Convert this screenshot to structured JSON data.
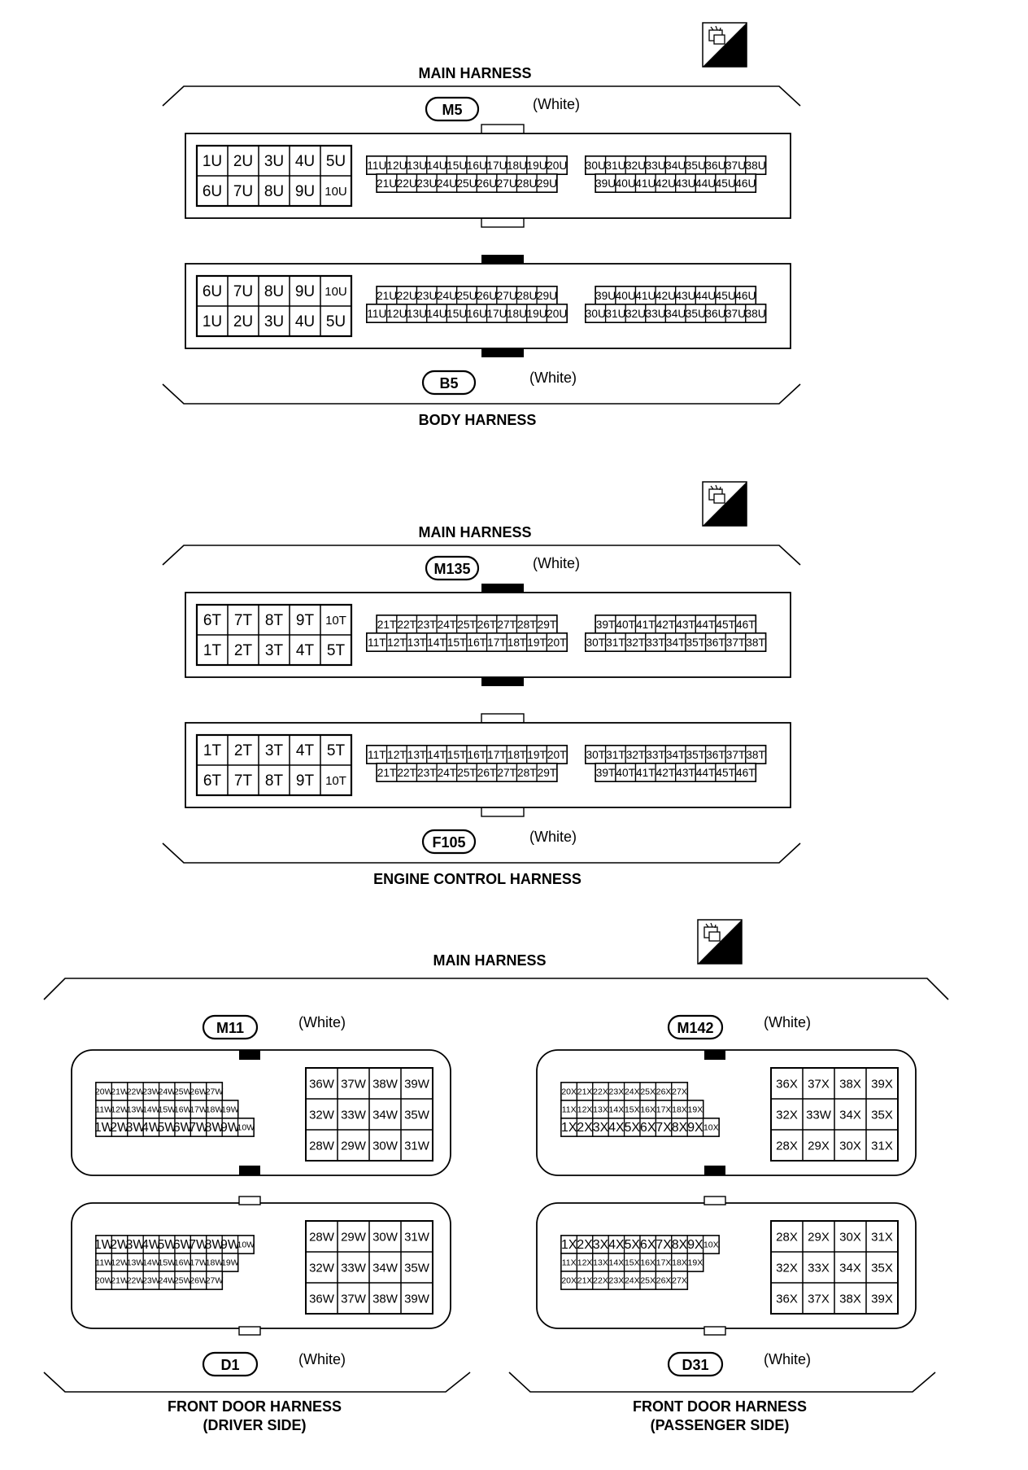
{
  "sections": [
    {
      "id": "m5-b5",
      "top_harness": "MAIN HARNESS",
      "bottom_harness": "BODY HARNESS",
      "top_connector": {
        "id": "M5",
        "color": "(White)"
      },
      "bottom_connector": {
        "id": "B5",
        "color": "(White)"
      },
      "upper_block": {
        "big": [
          [
            "1U",
            "2U",
            "3U",
            "4U",
            "5U"
          ],
          [
            "6U",
            "7U",
            "8U",
            "9U",
            "10U"
          ]
        ],
        "mid": [
          [
            "11U",
            "12U",
            "13U",
            "14U",
            "15U",
            "16U",
            "17U",
            "18U",
            "19U",
            "20U"
          ],
          [
            "21U",
            "22U",
            "23U",
            "24U",
            "25U",
            "26U",
            "27U",
            "28U",
            "29U"
          ]
        ],
        "right": [
          [
            "30U",
            "31U",
            "32U",
            "33U",
            "34U",
            "35U",
            "36U",
            "37U",
            "38U"
          ],
          [
            "39U",
            "40U",
            "41U",
            "42U",
            "43U",
            "44U",
            "45U",
            "46U"
          ]
        ]
      },
      "lower_block": {
        "big": [
          [
            "6U",
            "7U",
            "8U",
            "9U",
            "10U"
          ],
          [
            "1U",
            "2U",
            "3U",
            "4U",
            "5U"
          ]
        ],
        "mid": [
          [
            "21U",
            "22U",
            "23U",
            "24U",
            "25U",
            "26U",
            "27U",
            "28U",
            "29U"
          ],
          [
            "11U",
            "12U",
            "13U",
            "14U",
            "15U",
            "16U",
            "17U",
            "18U",
            "19U",
            "20U"
          ]
        ],
        "right": [
          [
            "39U",
            "40U",
            "41U",
            "42U",
            "43U",
            "44U",
            "45U",
            "46U"
          ],
          [
            "30U",
            "31U",
            "32U",
            "33U",
            "34U",
            "35U",
            "36U",
            "37U",
            "38U"
          ]
        ]
      }
    },
    {
      "id": "m135-f105",
      "top_harness": "MAIN HARNESS",
      "bottom_harness": "ENGINE CONTROL HARNESS",
      "top_connector": {
        "id": "M135",
        "color": "(White)"
      },
      "bottom_connector": {
        "id": "F105",
        "color": "(White)"
      },
      "upper_block": {
        "big": [
          [
            "6T",
            "7T",
            "8T",
            "9T",
            "10T"
          ],
          [
            "1T",
            "2T",
            "3T",
            "4T",
            "5T"
          ]
        ],
        "mid": [
          [
            "21T",
            "22T",
            "23T",
            "24T",
            "25T",
            "26T",
            "27T",
            "28T",
            "29T"
          ],
          [
            "11T",
            "12T",
            "13T",
            "14T",
            "15T",
            "16T",
            "17T",
            "18T",
            "19T",
            "20T"
          ]
        ],
        "right": [
          [
            "39T",
            "40T",
            "41T",
            "42T",
            "43T",
            "44T",
            "45T",
            "46T"
          ],
          [
            "30T",
            "31T",
            "32T",
            "33T",
            "34T",
            "35T",
            "36T",
            "37T",
            "38T"
          ]
        ]
      },
      "lower_block": {
        "big": [
          [
            "1T",
            "2T",
            "3T",
            "4T",
            "5T"
          ],
          [
            "6T",
            "7T",
            "8T",
            "9T",
            "10T"
          ]
        ],
        "mid": [
          [
            "11T",
            "12T",
            "13T",
            "14T",
            "15T",
            "16T",
            "17T",
            "18T",
            "19T",
            "20T"
          ],
          [
            "21T",
            "22T",
            "23T",
            "24T",
            "25T",
            "26T",
            "27T",
            "28T",
            "29T"
          ]
        ],
        "right": [
          [
            "30T",
            "31T",
            "32T",
            "33T",
            "34T",
            "35T",
            "36T",
            "37T",
            "38T"
          ],
          [
            "39T",
            "40T",
            "41T",
            "42T",
            "43T",
            "44T",
            "45T",
            "46T"
          ]
        ]
      }
    }
  ],
  "door_section": {
    "top_harness": "MAIN HARNESS",
    "driver": {
      "top_connector": {
        "id": "M11",
        "color": "(White)"
      },
      "bottom_connector": {
        "id": "D1",
        "color": "(White)"
      },
      "harness_line1": "FRONT DOOR HARNESS",
      "harness_line2": "(DRIVER SIDE)",
      "upper": {
        "rows": [
          [
            "20W",
            "21W",
            "22W",
            "23W",
            "24W",
            "25W",
            "26W",
            "27W"
          ],
          [
            "11W",
            "12W",
            "13W",
            "14W",
            "15W",
            "16W",
            "17W",
            "18W",
            "19W"
          ],
          [
            "1W",
            "2W",
            "3W",
            "4W",
            "5W",
            "6W",
            "7W",
            "8W",
            "9W",
            "10W"
          ]
        ],
        "grid": [
          [
            "36W",
            "37W",
            "38W",
            "39W"
          ],
          [
            "32W",
            "33W",
            "34W",
            "35W"
          ],
          [
            "28W",
            "29W",
            "30W",
            "31W"
          ]
        ]
      },
      "lower": {
        "rows": [
          [
            "1W",
            "2W",
            "3W",
            "4W",
            "5W",
            "6W",
            "7W",
            "8W",
            "9W",
            "10W"
          ],
          [
            "11W",
            "12W",
            "13W",
            "14W",
            "15W",
            "16W",
            "17W",
            "18W",
            "19W"
          ],
          [
            "20W",
            "21W",
            "22W",
            "23W",
            "24W",
            "25W",
            "26W",
            "27W"
          ]
        ],
        "grid": [
          [
            "28W",
            "29W",
            "30W",
            "31W"
          ],
          [
            "32W",
            "33W",
            "34W",
            "35W"
          ],
          [
            "36W",
            "37W",
            "38W",
            "39W"
          ]
        ]
      }
    },
    "passenger": {
      "top_connector": {
        "id": "M142",
        "color": "(White)"
      },
      "bottom_connector": {
        "id": "D31",
        "color": "(White)"
      },
      "harness_line1": "FRONT DOOR HARNESS",
      "harness_line2": "(PASSENGER SIDE)",
      "upper": {
        "rows": [
          [
            "20X",
            "21X",
            "22X",
            "23X",
            "24X",
            "25X",
            "26X",
            "27X"
          ],
          [
            "11X",
            "12X",
            "13X",
            "14X",
            "15X",
            "16X",
            "17X",
            "18X",
            "19X"
          ],
          [
            "1X",
            "2X",
            "3X",
            "4X",
            "5X",
            "6X",
            "7X",
            "8X",
            "9X",
            "10X"
          ]
        ],
        "grid": [
          [
            "36X",
            "37X",
            "38X",
            "39X"
          ],
          [
            "32X",
            "33W",
            "34X",
            "35X"
          ],
          [
            "28X",
            "29X",
            "30X",
            "31X"
          ]
        ]
      },
      "lower": {
        "rows": [
          [
            "1X",
            "2X",
            "3X",
            "4X",
            "5X",
            "6X",
            "7X",
            "8X",
            "9X",
            "10X"
          ],
          [
            "11X",
            "12X",
            "13X",
            "14X",
            "15X",
            "16X",
            "17X",
            "18X",
            "19X"
          ],
          [
            "20X",
            "21X",
            "22X",
            "23X",
            "24X",
            "25X",
            "26X",
            "27X"
          ]
        ],
        "grid": [
          [
            "28X",
            "29X",
            "30X",
            "31X"
          ],
          [
            "32X",
            "33X",
            "34X",
            "35X"
          ],
          [
            "36X",
            "37X",
            "38X",
            "39X"
          ]
        ]
      }
    }
  },
  "ts_badge": "T.S.",
  "icons": [
    "ts-connector-icon"
  ]
}
